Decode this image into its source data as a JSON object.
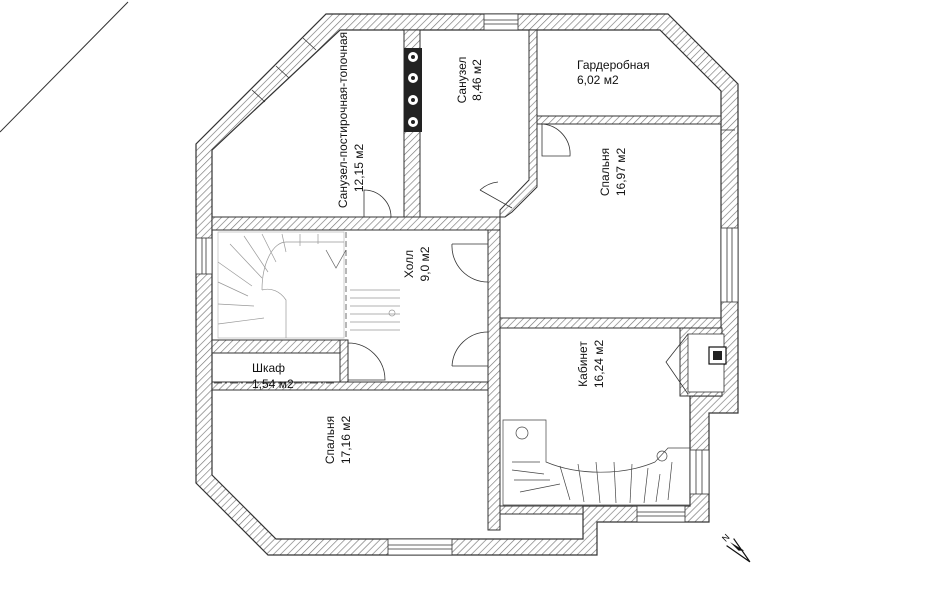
{
  "rooms": {
    "bath_laundry": {
      "name": "Санузел-постирочная-топочная",
      "area": "12,15 м2"
    },
    "bath": {
      "name": "Санузел",
      "area": "8,46 м2"
    },
    "wardrobe": {
      "name": "Гардеробная",
      "area": "6,02 м2"
    },
    "bedroom_ne": {
      "name": "Спальня",
      "area": "16,97 м2"
    },
    "hall": {
      "name": "Холл",
      "area": "9,0 м2"
    },
    "closet": {
      "name": "Шкаф",
      "area": "1,54 м2"
    },
    "bedroom_sw": {
      "name": "Спальня",
      "area": "17,16 м2"
    },
    "office": {
      "name": "Кабинет",
      "area": "16,24 м2"
    }
  },
  "compass": {
    "label": "N"
  },
  "colors": {
    "wall": "#555555",
    "hatch": "#777777",
    "line": "#333333"
  }
}
